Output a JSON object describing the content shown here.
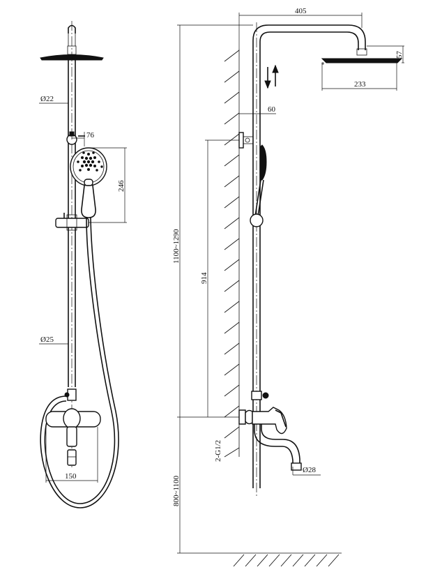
{
  "labels": {
    "d22": "Ø22",
    "d25": "Ø25",
    "w76": "76",
    "h246": "246",
    "w150": "150",
    "w405": "405",
    "h57": "57",
    "w233": "233",
    "w60": "60",
    "h914": "914",
    "h1100_1290": "1100~1290",
    "thread": "2-G1/2",
    "d28": "Ø28",
    "h800_1100": "800~1100"
  }
}
